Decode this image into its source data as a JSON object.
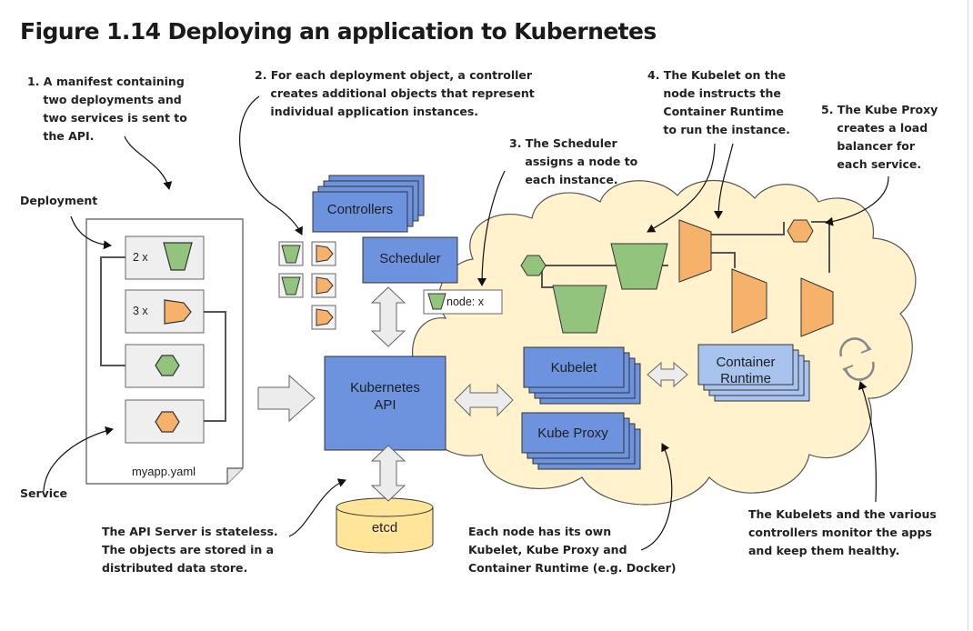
{
  "figure": {
    "title": "Figure 1.14 Deploying an application to Kubernetes"
  },
  "notes": {
    "step1": "1. A manifest containing\n    two deployments and\n    two services is sent to\n    the API.",
    "step2": "2. For each deployment object, a controller\n    creates additional objects that represent\n    individual application instances.",
    "step3": "3. The Scheduler\n    assigns a node to\n    each instance.",
    "step4": "4. The Kubelet on the\n    node instructs the\n    Container Runtime\n    to run the instance.",
    "step5": "5. The Kube Proxy\n    creates a load\n    balancer for\n    each service.",
    "deployment": "Deployment",
    "service": "Service",
    "api_server": "The API Server is stateless.\nThe objects are stored in a\ndistributed data store.",
    "each_node": "Each node has its own\nKubelet, Kube Proxy and\nContainer Runtime (e.g. Docker)",
    "kubelets_monitor": "The Kubelets and the various\ncontrollers monitor the apps\nand keep them healthy."
  },
  "components": {
    "controllers": "Controllers",
    "scheduler": "Scheduler",
    "kubernetes_api": "Kubernetes\nAPI",
    "etcd": "etcd",
    "kubelet": "Kubelet",
    "kube_proxy": "Kube Proxy",
    "container_runtime": "Container\nRuntime",
    "node_tag": "node: x"
  },
  "manifest": {
    "filename": "myapp.yaml",
    "deployment_1_count": "2 x",
    "deployment_2_count": "3 x"
  },
  "colors": {
    "blue_box": "#6d93df",
    "blue_light": "#a8c3ee",
    "green_pod": "#93c47d",
    "orange_pod": "#f6b26b",
    "cloud": "#fff2cc",
    "etcd": "#ffe599",
    "grey_box": "#efefef",
    "arrow_fill": "#ececec"
  }
}
